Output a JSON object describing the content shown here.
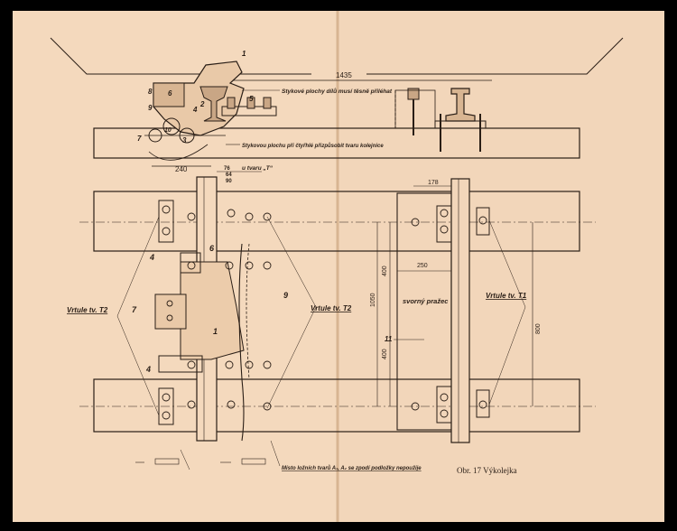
{
  "colors": {
    "paper": "#f4d9bd",
    "paper_shadow": "#e6c4a2",
    "ink": "#2a1e16",
    "background": "#000000"
  },
  "caption": "Obr. 17 Výkolejka",
  "side_view": {
    "dimension_gauge": "1435",
    "dimension_240": "240",
    "note_top": "Stykové plochy dílů musí těsně přiléhat",
    "note_bottom": "Stykovou plochu při čtyřhlé přizpůsobit tvaru kolejnice",
    "part_numbers": [
      "1",
      "2",
      "3",
      "4",
      "5",
      "6",
      "7",
      "8",
      "9",
      "10"
    ]
  },
  "plan_view": {
    "dim_76": "76",
    "dim_64": "64",
    "dim_90": "90",
    "label_u_tvaru": "u tvaru „T“",
    "dim_178": "178",
    "dim_250": "250",
    "dim_400a": "400",
    "dim_400b": "400",
    "dim_1050": "1050",
    "dim_800": "800",
    "label_vrtule_t2_left": "Vrtule tv. T2",
    "label_vrtule_t2_mid": "Vrtule tv. T2",
    "label_vrtule_t1": "Vrtule tv. T1",
    "label_svorny_prazec": "svorný pražec",
    "label_11": "11",
    "label_1": "1",
    "label_4a": "4",
    "label_4b": "4",
    "label_6": "6",
    "label_7": "7",
    "label_9": "9",
    "note_bottom": "Místo ložních tvarů A₁, A₂ se zpodí podložky nepoužije"
  }
}
